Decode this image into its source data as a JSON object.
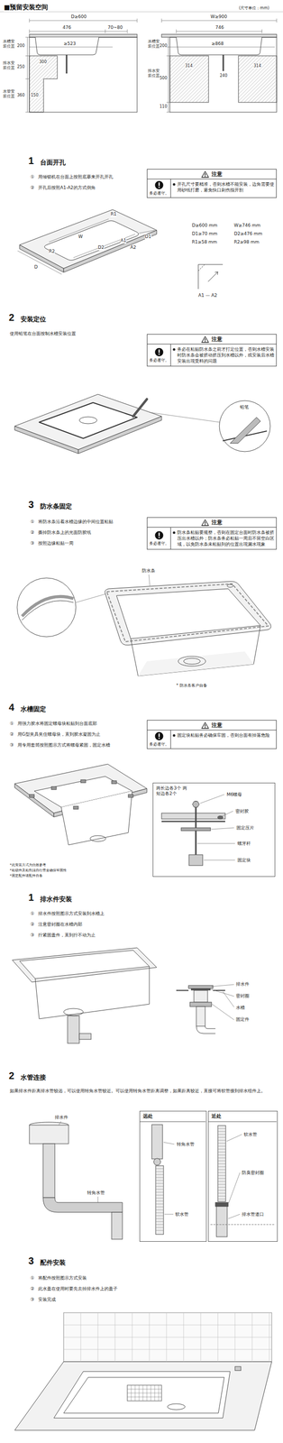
{
  "diagram": {
    "title": "■预留安装空间",
    "nodes": [
      {
        "text": [
          "注意",
          "务必遵守。",
          "开孔尺寸要精准，否则水槽不能安装，边角需要使用砂纸打磨，避免快口刺伤指开割"
        ]
      },
      {
        "text": [
          "注意",
          "务必遵守。",
          "务必在粘贴防水条之前才打定位置，否则水槽安装时防水条会被挤动挤压到水槽以外，或安装后水槽安装出现受料的问题"
        ]
      },
      {
        "text": [
          "注意",
          "务必遵守。",
          "防水条粘贴要规整，否则在固定台面时防水条被挤压出水槽以外；防水条务必粘贴一周后不留空白区域，以免防水条未粘贴到的位置出现漏水现象"
        ]
      },
      {
        "text": [
          "注意",
          "务必遵守。",
          "固定块粘贴务必确保牢固，否则台面有掉落危险"
        ]
      },
      {
        "text": [
          "两长边各3个 两短边各2个",
          "M6螺母",
          "密封胶",
          "固定压片",
          "螺牙杆",
          "固定块"
        ]
      },
      {
        "text": [
          "远处",
          "转角水管",
          "软水管"
        ]
      },
      {
        "text": [
          "近处",
          "软水管",
          "防臭密封圈",
          "排水管道口"
        ]
      }
    ],
    "labels": [
      "(尺寸单位：mm)",
      "D≥600",
      "476",
      "70~80",
      "≥523",
      "水槽安装位置",
      "200",
      "排水安装位置",
      "250",
      "300",
      "水管安装位置",
      "360",
      "150",
      "W≥900",
      "746",
      "≥868",
      "水槽安装位置",
      "200",
      "排水安装位置",
      "500",
      "314",
      "240",
      "314",
      "110",
      "1",
      "台面开孔",
      "①",
      "用倾锁机在台面上按照底摹来开孔开孔",
      "②",
      "开孔后按照A1-A2的方式倒角",
      "R1",
      "D1",
      "W",
      "D2",
      "A1",
      "A2",
      "R2",
      "D",
      "D≥600 mm",
      "W≥746 mm",
      "D1≥70 mm",
      "D2≥476 mm",
      "R1≥58 mm",
      "R2≥98 mm",
      "A1 — A2",
      "2",
      "安装定位",
      "使用铅笔在台面按制水槽安装位置",
      "铅笔",
      "3",
      "防水条固定",
      "①",
      "将防水条沿着水槽边缘的中间位置粘贴",
      "②",
      "撕掉防水条上的光面防胶纸",
      "③",
      "按照边缘粘贴一周",
      "防水条",
      "* 防水条客户自备",
      "4",
      "水槽固定",
      "①",
      "用强力胶水将固定螺母块粘贴到台面底部",
      "②",
      "用G型夹具夹住螺母块，直到胶水凝固为止",
      "③",
      "用专用套筒按照图示方式将螺母紧固，固定水槽",
      "*此安装方式为仿效参考",
      "*粘锁件及粘剂须自行查全确保牢固性",
      "*固定配件请配件自备",
      "1",
      "排水件安装",
      "①",
      "排水件按照图示方式安装到水槽上",
      "②",
      "注意密封圈在水槽内部",
      "③",
      "拧紧固盖件，直到拧不动为止",
      "排水件",
      "密封圈",
      "水槽",
      "固定件",
      "2",
      "水管连接",
      "如果排水件距离排水管较远，可以使用转角水管较近。可以使用转角水管距离调整，如果距离较近，直接可将软管接到排水组件上。",
      "排水件",
      "转角水管",
      "3",
      "配件安装",
      "①",
      "将配件按照图示方式安装",
      "②",
      "此水盖在使用时要先去掉排水件上的盖子",
      "③",
      "安装完成"
    ]
  }
}
